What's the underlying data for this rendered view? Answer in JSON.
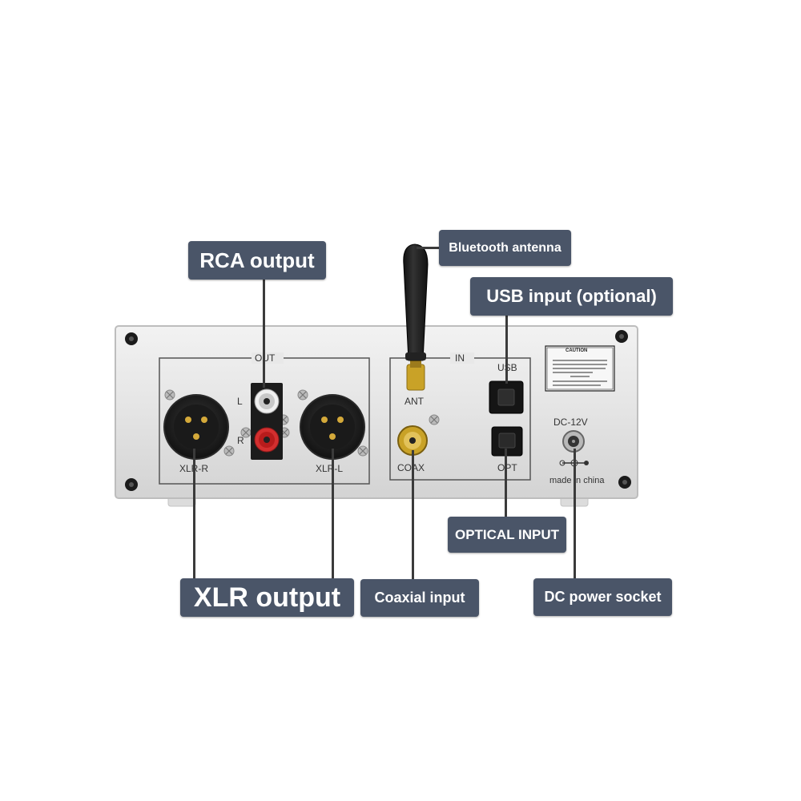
{
  "callouts": {
    "rca_output": "RCA output",
    "bluetooth_antenna": "Bluetooth antenna",
    "usb_input": "USB input (optional)",
    "optical_input": "OPTICAL INPUT",
    "xlr_output": "XLR output",
    "coaxial_input": "Coaxial input",
    "dc_power_socket": "DC power socket"
  },
  "panel": {
    "out_label": "OUT",
    "in_label": "IN",
    "rca_left": "L",
    "rca_right": "R",
    "xlr_right": "XLR-R",
    "xlr_left": "XLR-L",
    "ant": "ANT",
    "coax": "COAX",
    "usb": "USB",
    "opt": "OPT",
    "dc": "DC-12V",
    "made_in": "made in china",
    "caution_title": "CAUTION"
  },
  "colors": {
    "callout_bg": "#4a5568",
    "panel_silver": "#e6e6e6",
    "rca_red": "#c62828",
    "coax_gold": "#c9a227"
  }
}
